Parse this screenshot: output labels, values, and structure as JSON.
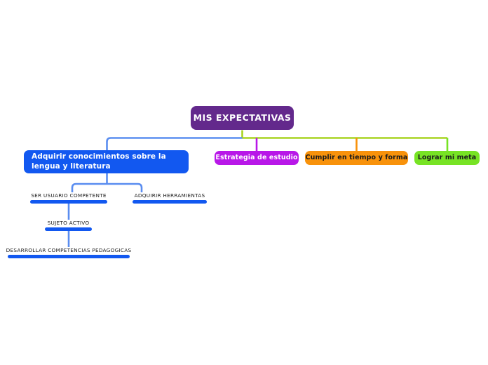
{
  "diagram": {
    "type": "mind-map",
    "title": "MIS EXPECTATIVAS",
    "colors": {
      "root": "#63298c",
      "blue": "#1258f0",
      "magenta": "#b817e8",
      "orange": "#f8920b",
      "green": "#77e324",
      "connector_blue": "#5a8df0",
      "connector_green": "#a8d420",
      "background": "#ffffff"
    },
    "root": {
      "label": "MIS EXPECTATIVAS"
    },
    "branches": [
      {
        "id": "branch-lengua",
        "label": "Adquirir conocimientos sobre la lengua y literatura",
        "color": "#1258f0",
        "children": [
          {
            "id": "leaf-ser-usuario",
            "label": "SER USUARIO COMPETENTE"
          },
          {
            "id": "leaf-adquirir-herr",
            "label": "ADQUIRIR HERRAMIENTAS"
          },
          {
            "id": "leaf-sujeto-activo",
            "label": "SUJETO ACTIVO"
          },
          {
            "id": "leaf-desarrollar",
            "label": "DESARROLLAR COMPETENCIAS PEDAGOGICAS"
          }
        ]
      },
      {
        "id": "branch-estrategia",
        "label": "Estrategia de estudio",
        "color": "#b817e8",
        "children": []
      },
      {
        "id": "branch-cumplir",
        "label": "Cumplir en tiempo y forma",
        "color": "#f8920b",
        "children": []
      },
      {
        "id": "branch-lograr",
        "label": "Lograr mi meta",
        "color": "#77e324",
        "children": []
      }
    ]
  }
}
